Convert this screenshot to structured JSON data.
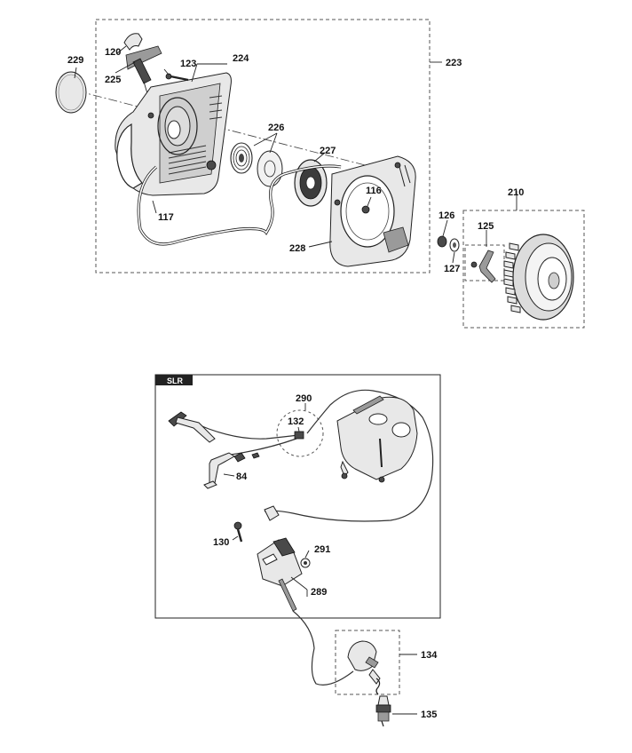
{
  "diagram": {
    "callouts": {
      "c120": "120",
      "c225": "225",
      "c123": "123",
      "c224": "224",
      "c223": "223",
      "c229": "229",
      "c226": "226",
      "c227": "227",
      "c116": "116",
      "c117": "117",
      "c228": "228",
      "c210": "210",
      "c126": "126",
      "c125": "125",
      "c127": "127",
      "c290": "290",
      "c132": "132",
      "c84": "84",
      "c130": "130",
      "c291": "291",
      "c289": "289",
      "c134": "134",
      "c135": "135"
    },
    "slr_box_label": "SLR"
  }
}
